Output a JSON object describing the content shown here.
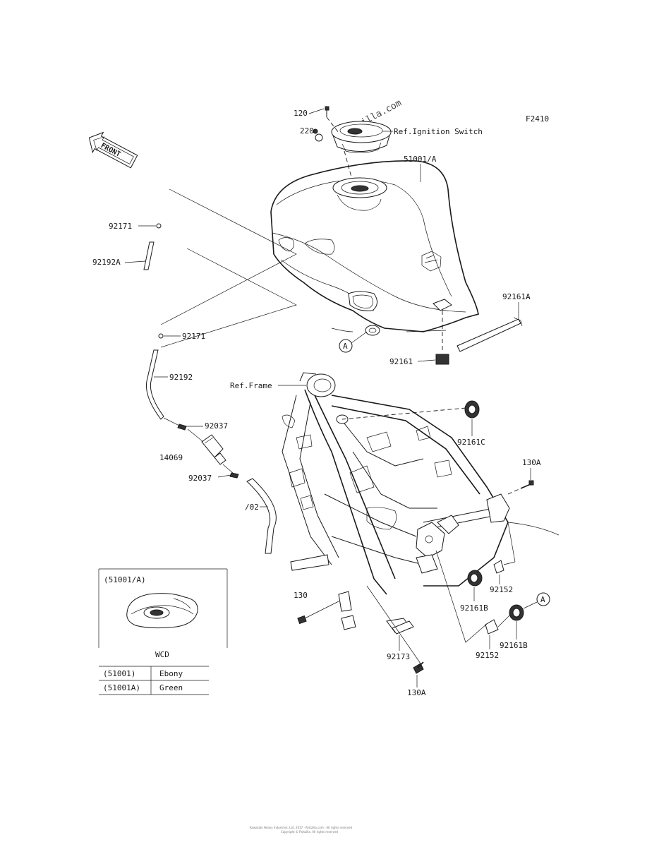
{
  "diagram_id": "F2410",
  "watermark": "Partzilla.com",
  "direction_badge": "FRONT",
  "callouts": {
    "bolt_top": "120",
    "nut_top": "220",
    "ignition_ref": "Ref.Ignition Switch",
    "tank": "51001/A",
    "clip_upper": "92171",
    "hose_upper": "92192A",
    "clip_lower": "92171",
    "hose_lower": "92192",
    "damper_rear": "92161A",
    "damper_block": "92161",
    "frame_ref": "Ref.Frame",
    "damper_front": "92161C",
    "clamp_upper": "92037",
    "filter": "14069",
    "clamp_lower": "92037",
    "hose_drain": "/02",
    "bolt_right": "130A",
    "bolt_left": "130",
    "damper_b1": "92161B",
    "collar_1": "92152",
    "collar_2": "92152",
    "damper_b2": "92161B",
    "bracket": "92173",
    "bolt_bottom": "130A",
    "ref_a_upper": "A",
    "ref_a_lower": "A"
  },
  "inset": {
    "title": "(51001/A)",
    "caption": "WCD"
  },
  "color_table": [
    {
      "part": "(51001)",
      "color": "Ebony"
    },
    {
      "part": "(51001A)",
      "color": "Green"
    }
  ],
  "footer": {
    "line1": "Kawasaki Heavy Industries, Ltd. 2017 · Partzilla.com · All rights reserved",
    "line2": "Copyright © Partzilla. All rights reserved"
  }
}
